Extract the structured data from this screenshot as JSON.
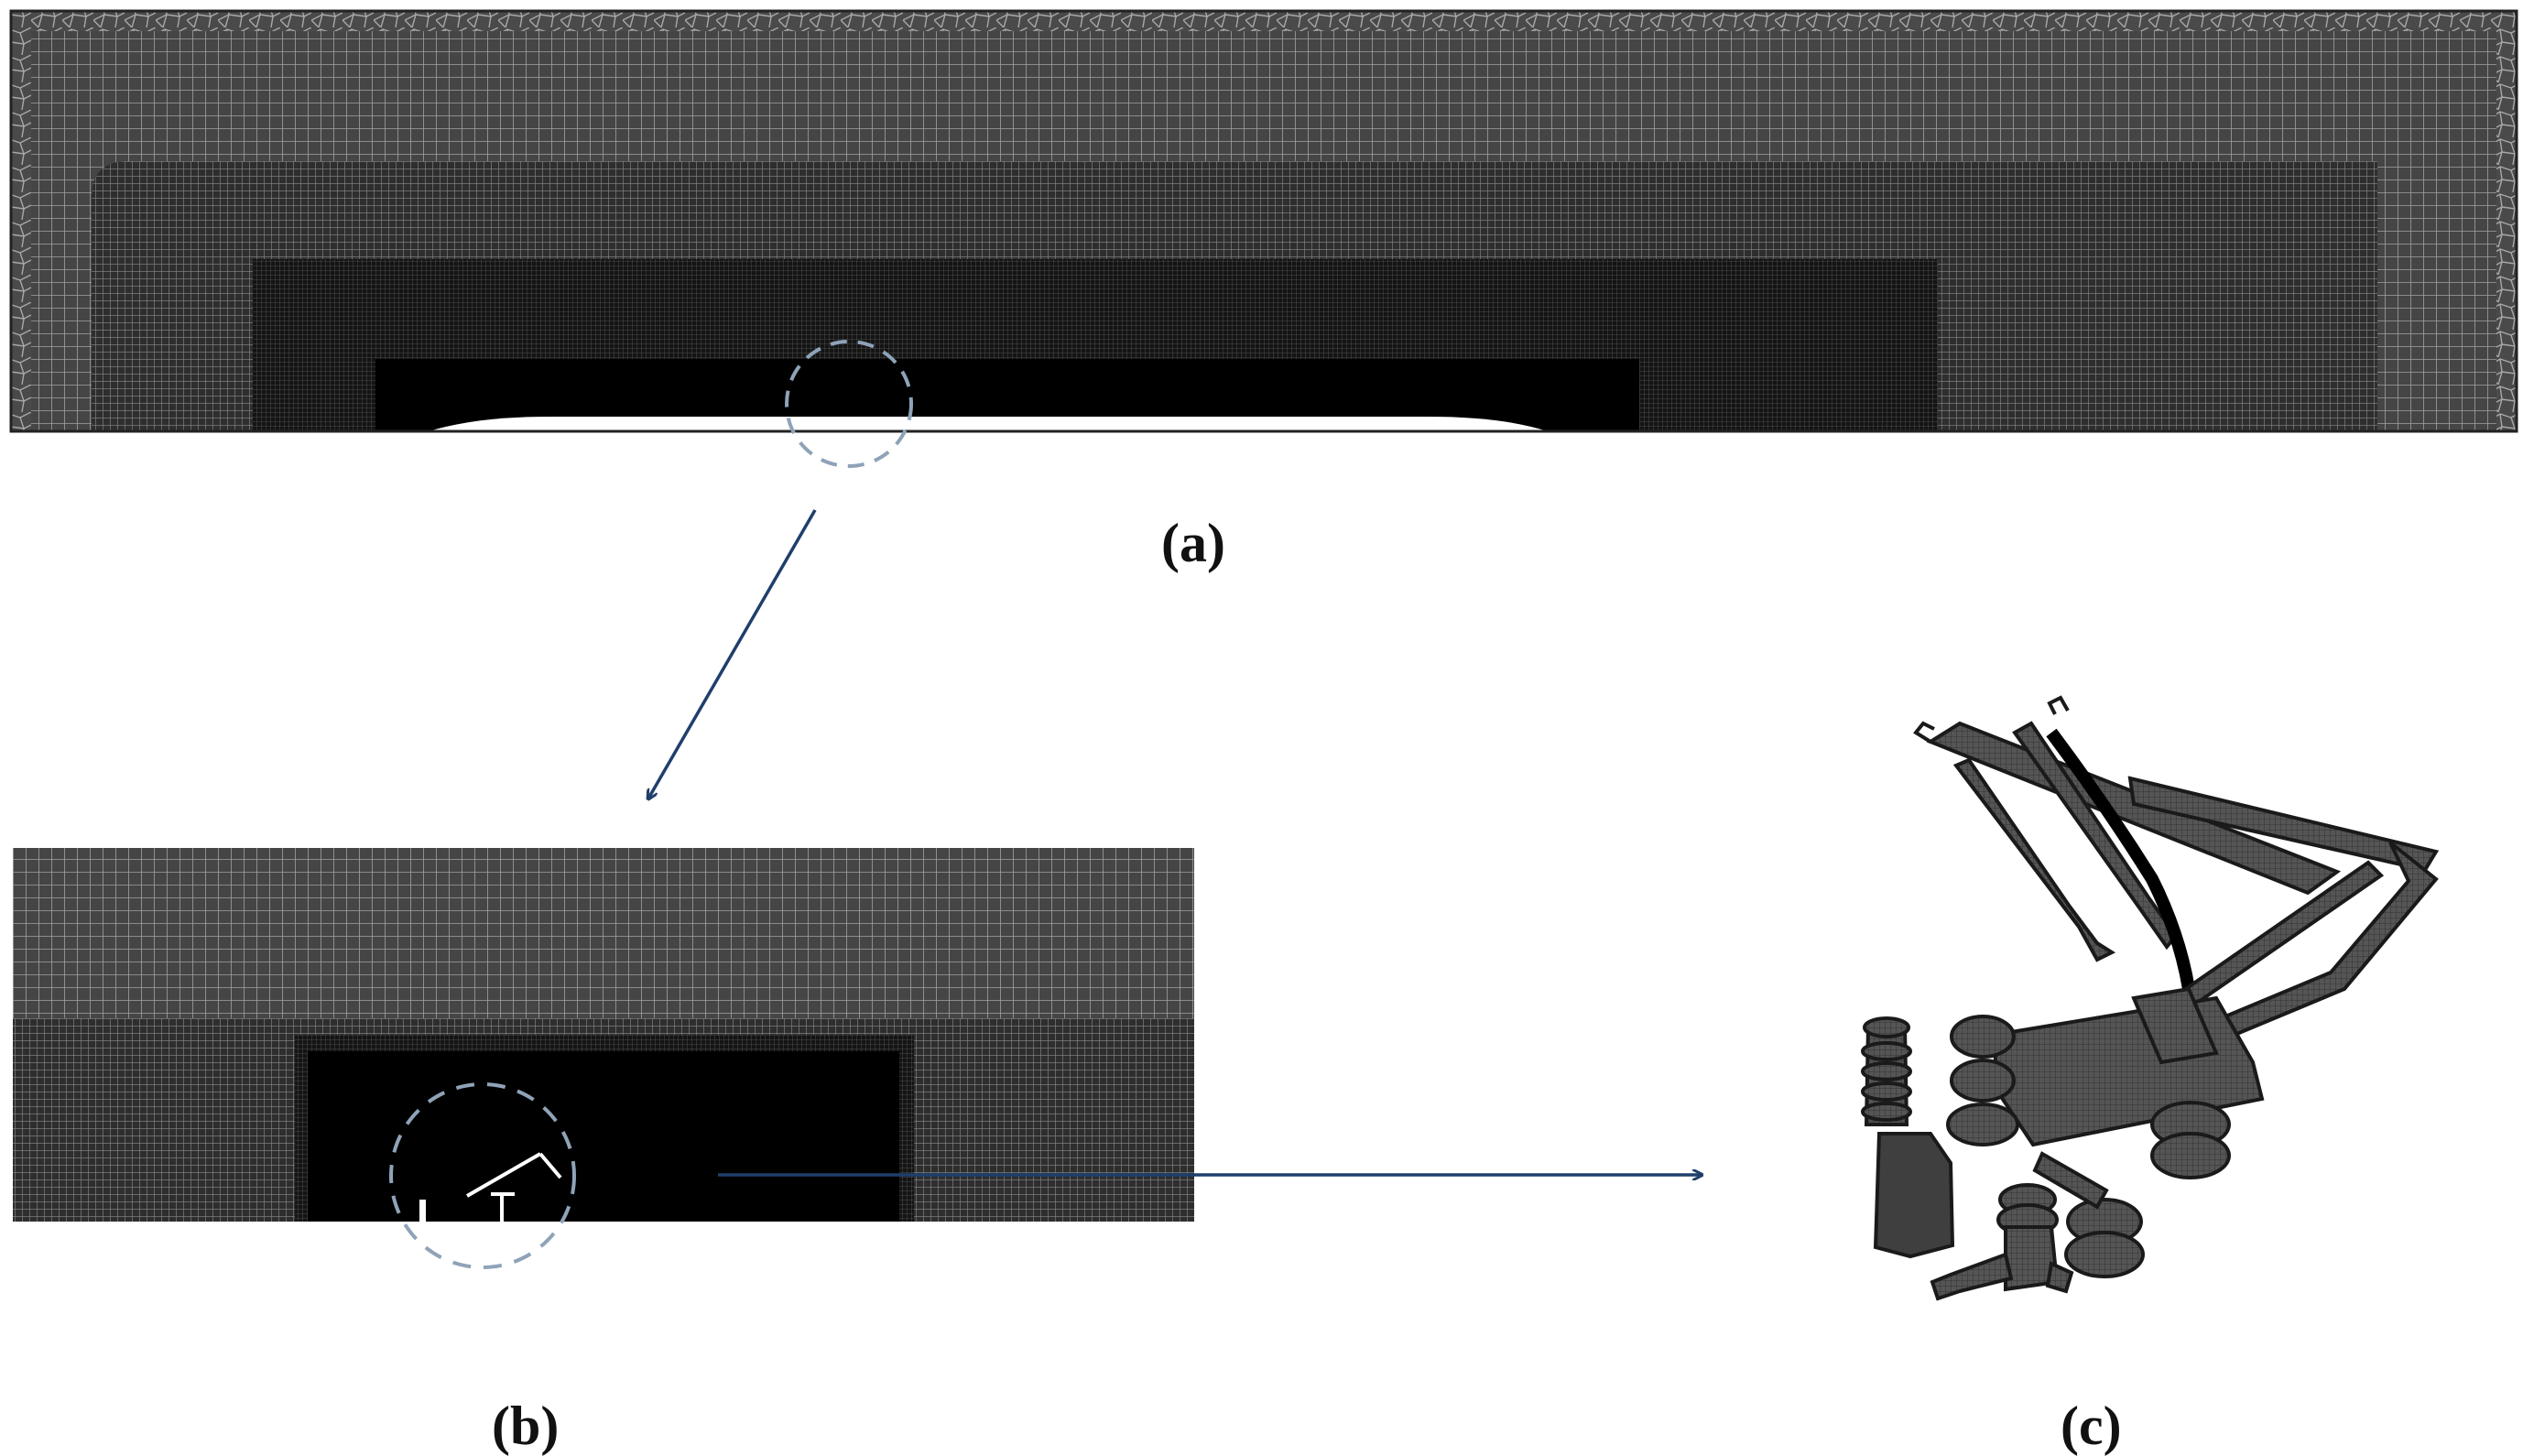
{
  "labels": {
    "a": "(a)",
    "b": "(b)",
    "c": "(c)"
  },
  "colors": {
    "background": "#ffffff",
    "mesh_grey": "#3f3f3f",
    "mesh_dense": "#151515",
    "mesh_black": "#000000",
    "mesh_line": "#9a9a9a",
    "highlight_circle": "#8fa3b8",
    "arrow": "#1f3f6b",
    "pantograph_fill": "#4a4a4a",
    "pantograph_stroke": "#1a1a1a"
  }
}
